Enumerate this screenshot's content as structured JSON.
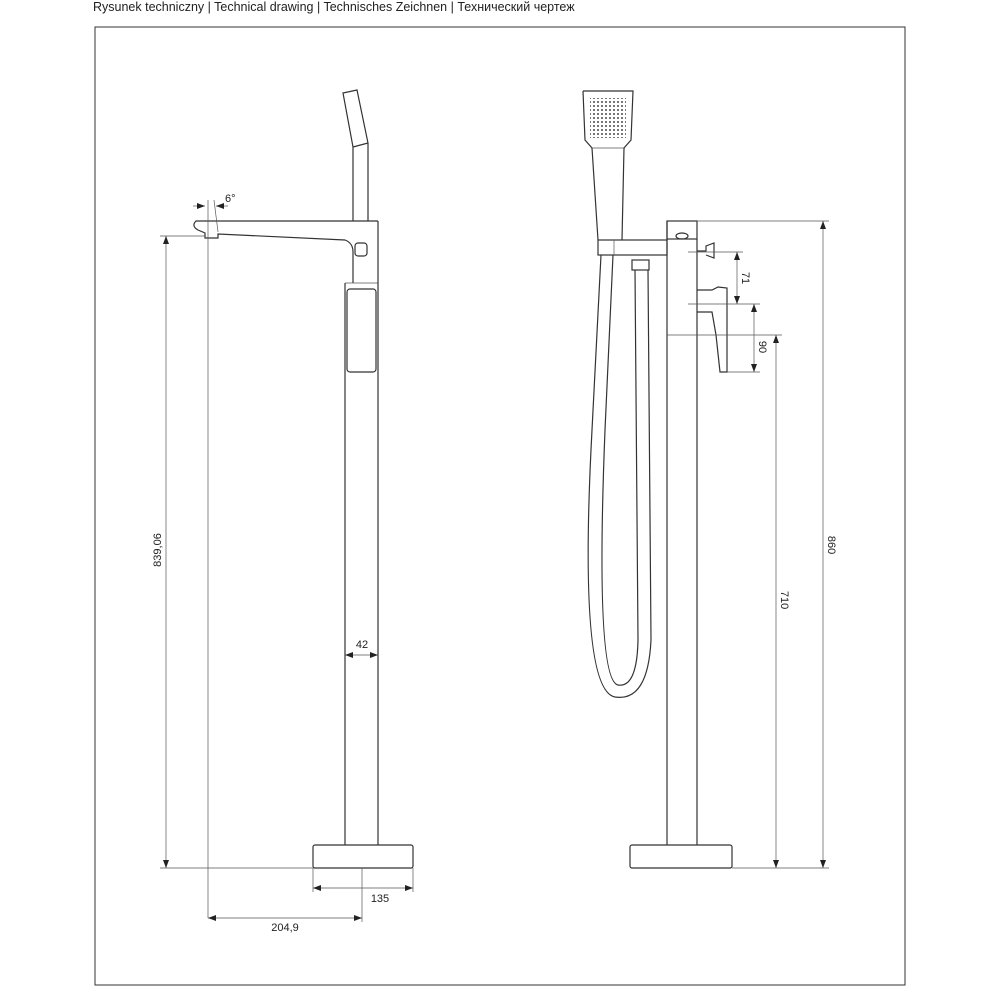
{
  "header": {
    "title": "Rysunek techniczny | Technical drawing | Technisches Zeichnen | Технический чертеж"
  },
  "side_view": {
    "angle_label": "6°",
    "spout_height_label": "839,06",
    "column_width_label": "42",
    "base_width_label": "135",
    "spout_reach_label": "204,9"
  },
  "front_view": {
    "total_height_label": "860",
    "handle_height_label": "710",
    "diverter_offset_label": "71",
    "lever_height_label": "90"
  }
}
